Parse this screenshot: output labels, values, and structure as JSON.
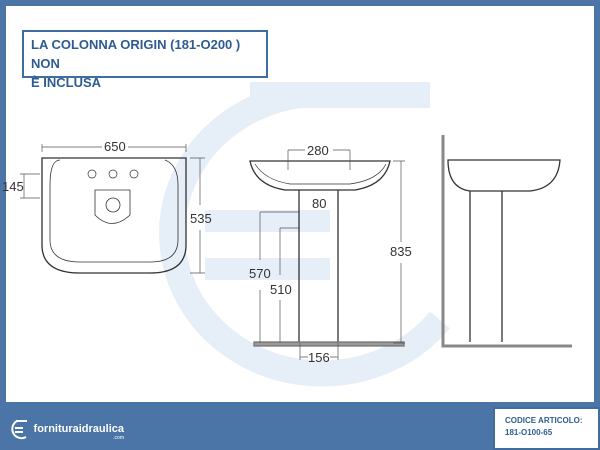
{
  "title": {
    "line1": "LA COLONNA ORIGIN (181-O200 ) NON",
    "line2": "È INCLUSA"
  },
  "dimensions": {
    "width": "650",
    "tap_offset": "145",
    "depth": "535",
    "tap_spacing": "280",
    "waste_spacing": "80",
    "height_570": "570",
    "height_510": "510",
    "total_height": "835",
    "pedestal_width": "156"
  },
  "brand": {
    "name": "fornituraidraulica",
    "suffix": ".com"
  },
  "code": {
    "label": "CODICE ARTICOLO:",
    "value": "181-O100-65"
  },
  "colors": {
    "frame": "#4a75a6",
    "text": "#2e5c92",
    "watermark": "#e3edf7"
  }
}
